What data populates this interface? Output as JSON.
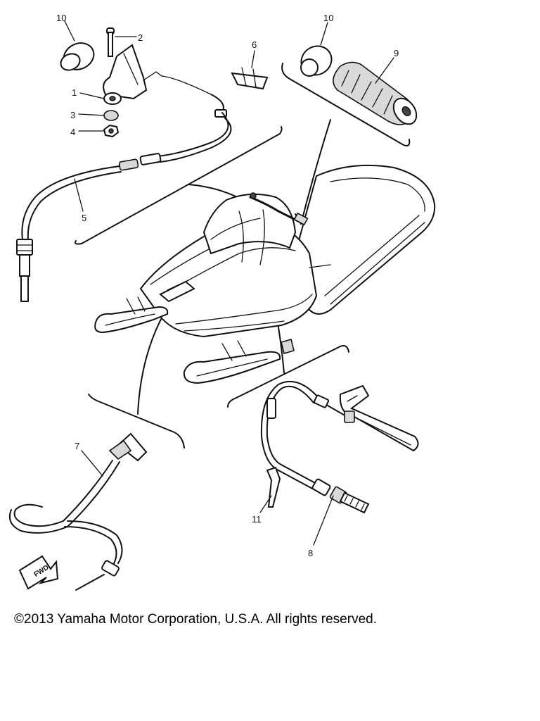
{
  "callouts": {
    "p1": "1",
    "p2": "2",
    "p3": "3",
    "p4": "4",
    "p5": "5",
    "p6": "6",
    "p7": "7",
    "p8": "8",
    "p9": "9",
    "p10a": "10",
    "p10b": "10",
    "p11": "11"
  },
  "fwd_label": "FWD",
  "copyright": "©2013 Yamaha Motor Corporation, U.S.A. All rights reserved."
}
